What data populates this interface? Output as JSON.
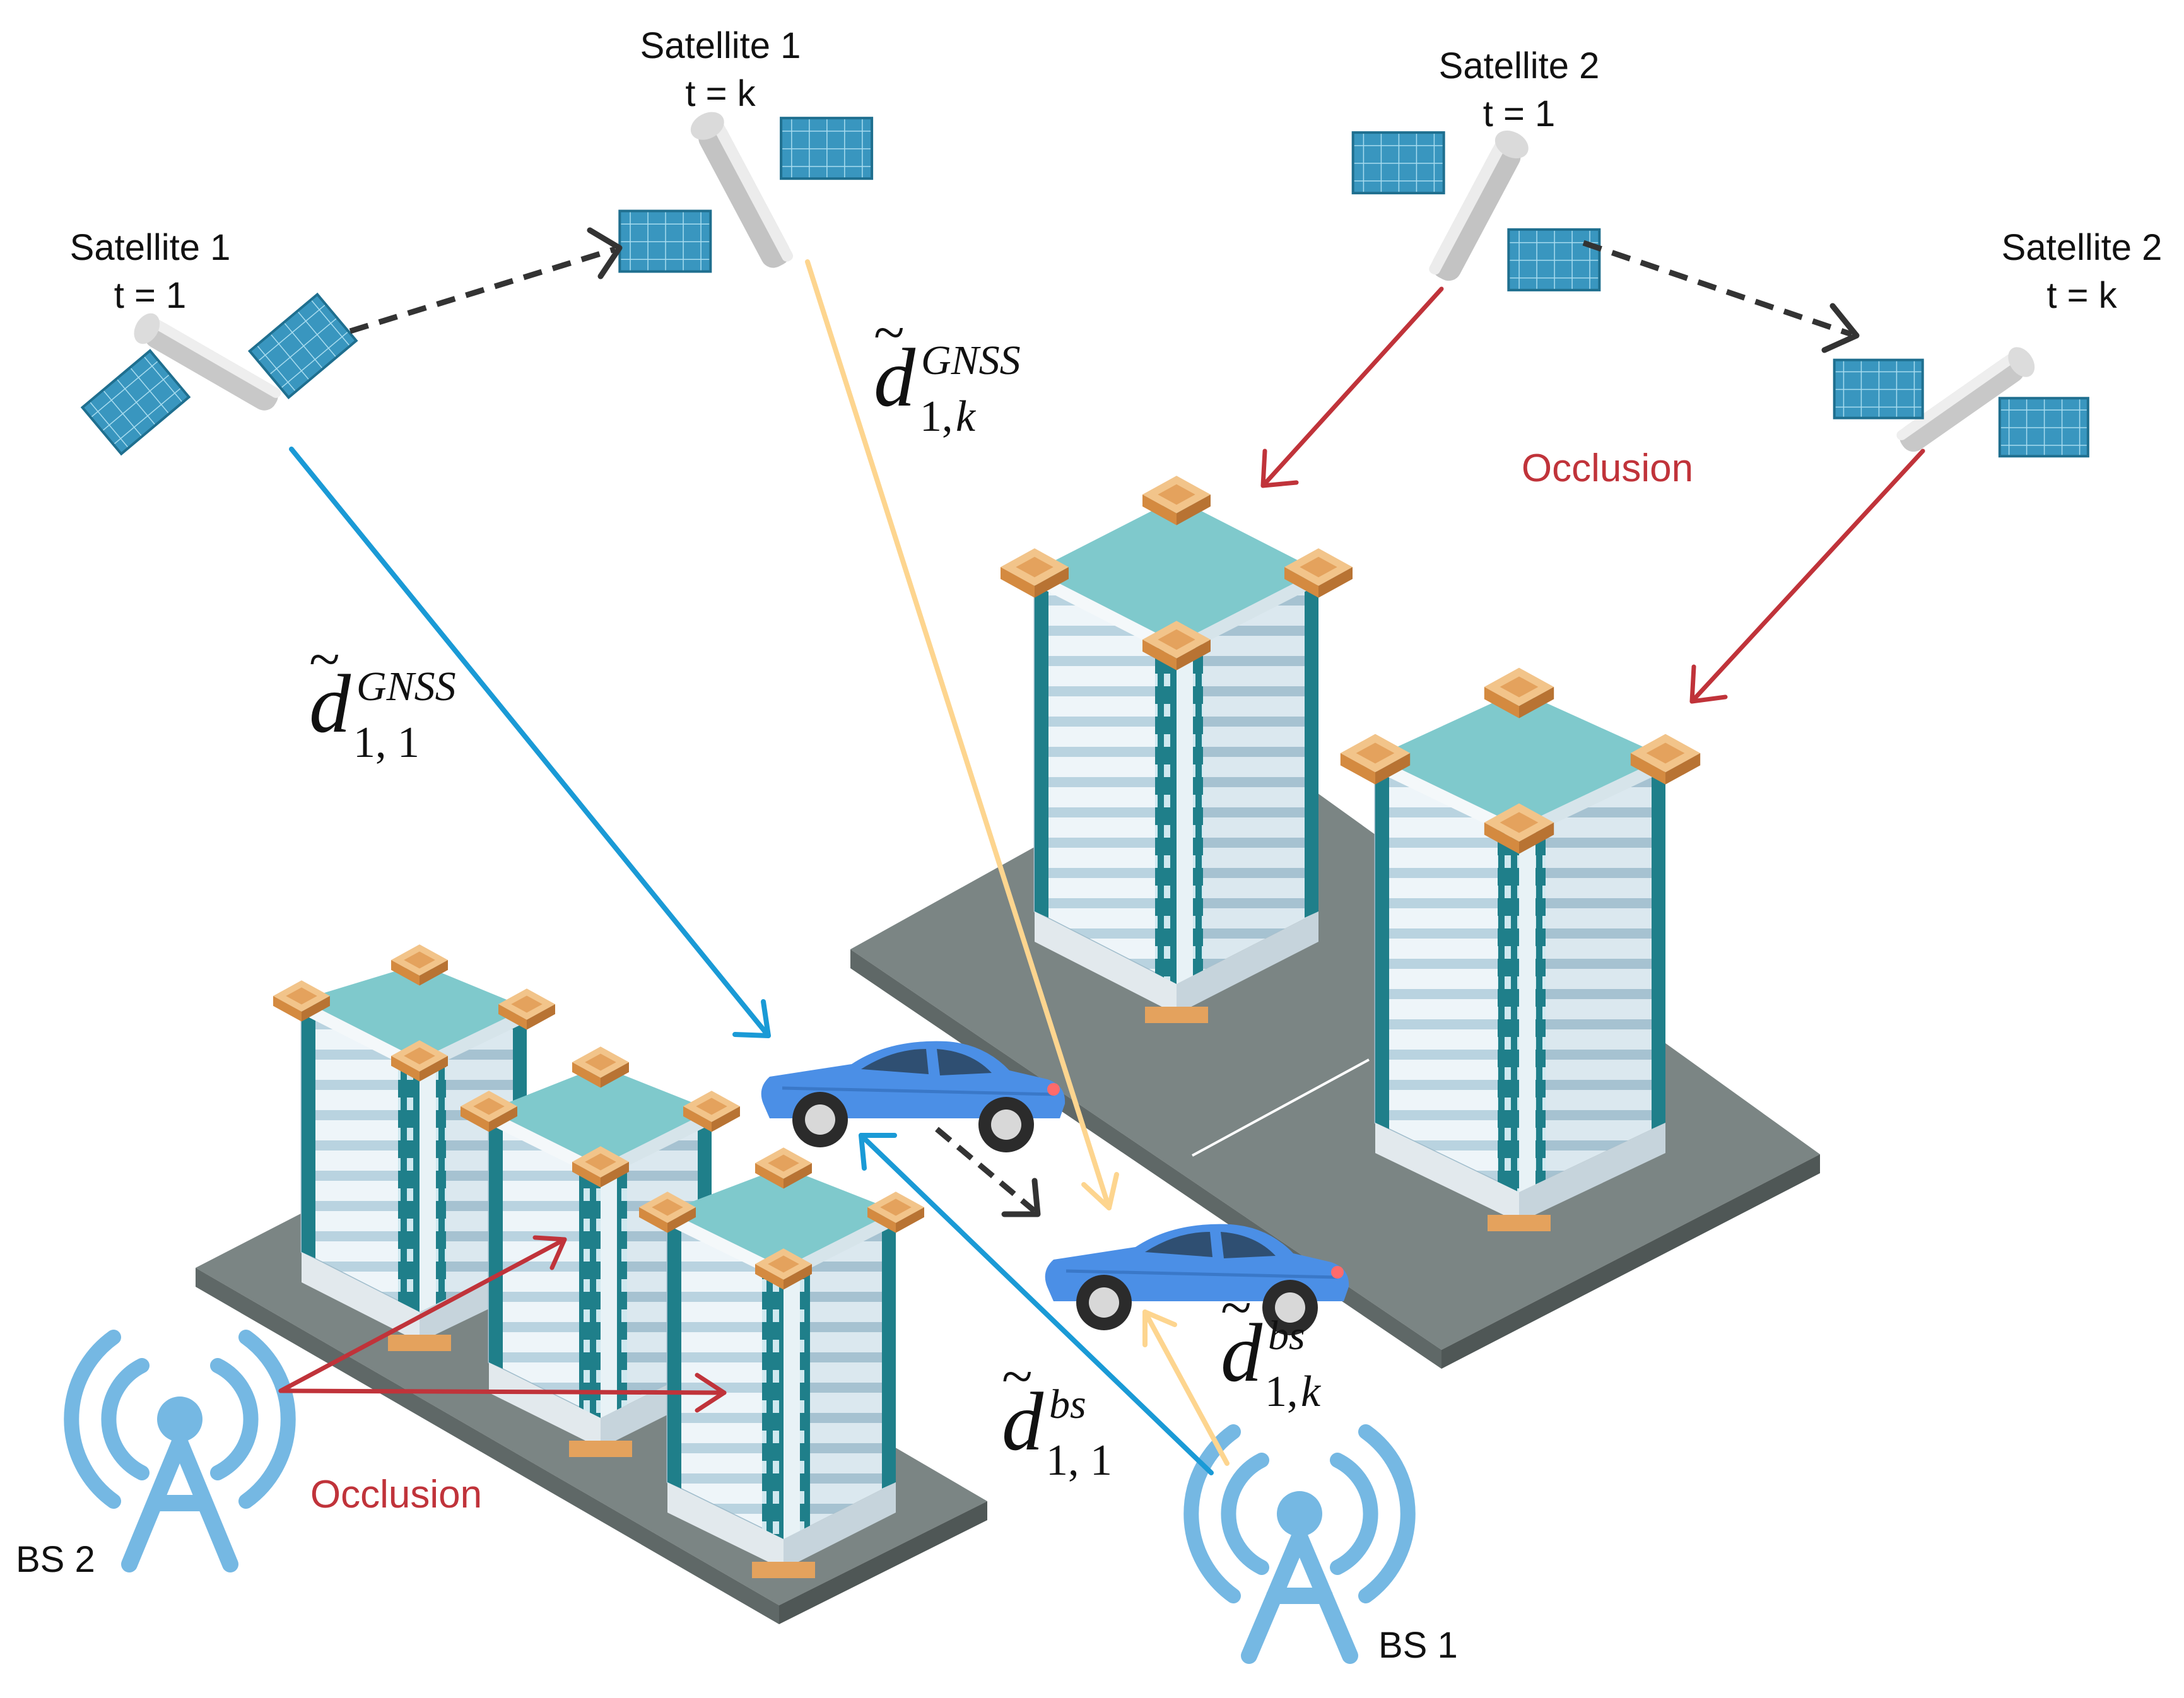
{
  "satellites": [
    {
      "name": "Satellite 1",
      "time": "t = 1"
    },
    {
      "name": "Satellite 1",
      "time": "t = k"
    },
    {
      "name": "Satellite 2",
      "time": "t = 1"
    },
    {
      "name": "Satellite 2",
      "time": "t = k"
    }
  ],
  "occlusion_labels": [
    "Occlusion",
    "Occlusion"
  ],
  "base_stations": [
    {
      "name": "BS 1"
    },
    {
      "name": "BS 2"
    }
  ],
  "measurements": {
    "gnss_1_1": {
      "symbol": "d",
      "sup": "GNSS",
      "sub": "1, 1"
    },
    "gnss_1_k": {
      "symbol": "d",
      "sup": "GNSS",
      "sub_a": "1,",
      "sub_b": "k"
    },
    "bs_1_1": {
      "symbol": "d",
      "sup": "bs",
      "sub": "1, 1"
    },
    "bs_1_k": {
      "symbol": "d",
      "sup": "bs",
      "sub_a": "1,",
      "sub_b": "k"
    }
  },
  "colors": {
    "gnss_link_t1": "#1a9ad6",
    "gnss_link_tk": "#fdd58f",
    "occluded_link": "#c0333a",
    "motion_arrow": "#333333",
    "tower": "#75b8e3",
    "building_roof": "#7fc9cc",
    "building_wall": "#e6f0f6",
    "building_column": "#1f7f8a",
    "building_cap": "#e4a25d",
    "ground": "#7b8584",
    "car": "#4b8fe6",
    "solar_panel": "#3996bf"
  }
}
